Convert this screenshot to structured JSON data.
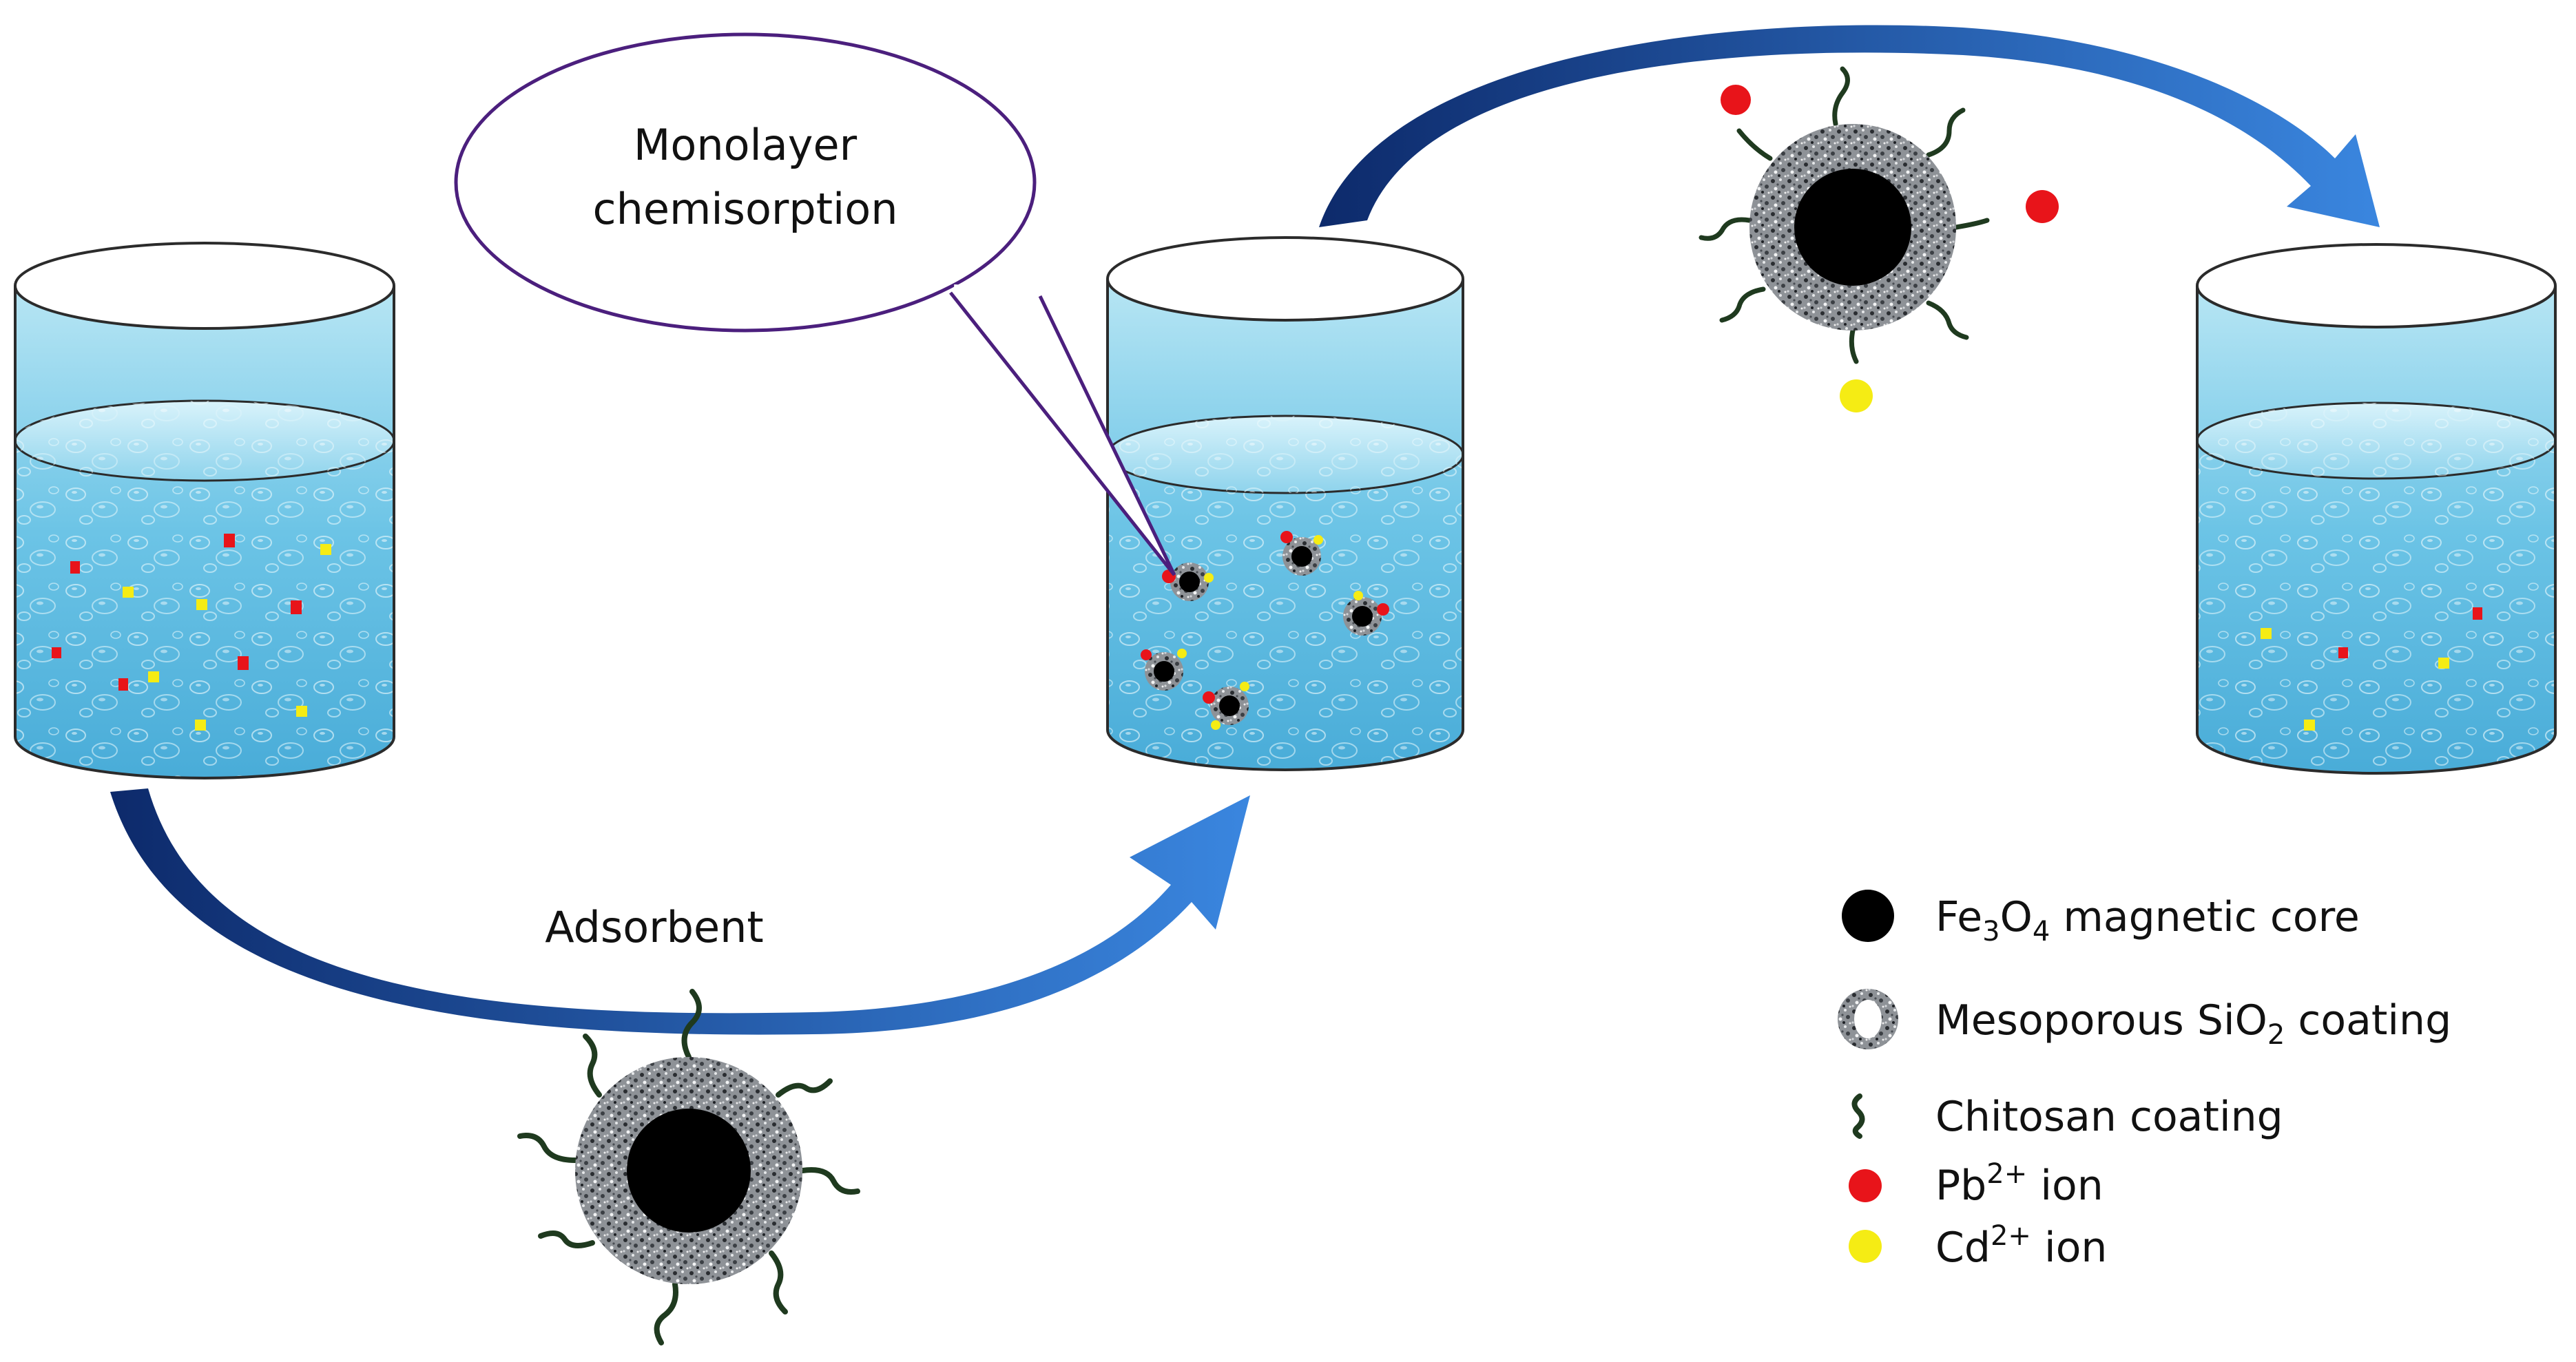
{
  "labels": {
    "bubble_line1": "Monolayer",
    "bubble_line2": "chemisorption",
    "adsorbent": "Adsorbent"
  },
  "legend": {
    "core": {
      "pre": "Fe",
      "sub1": "3",
      "mid": "O",
      "sub2": "4",
      "post": " magnetic core"
    },
    "silica": {
      "pre": "Mesoporous SiO",
      "sub": "2",
      "post": " coating"
    },
    "chitosan": {
      "text": "Chitosan coating"
    },
    "pb": {
      "pre": "Pb",
      "sup": "2+",
      "post": " ion"
    },
    "cd": {
      "pre": "Cd",
      "sup": "2+",
      "post": " ion"
    }
  },
  "colors": {
    "water_top": "#aee3f2",
    "water_bottom": "#3fa9d6",
    "arrow_dark": "#0d2a6b",
    "arrow_light": "#2f7ad6",
    "bubble_outline": "#4b1f7d",
    "pb_ion": "#e8141a",
    "cd_ion": "#f5ec14",
    "core": "#000000",
    "chitosan": "#1f3a1f"
  }
}
